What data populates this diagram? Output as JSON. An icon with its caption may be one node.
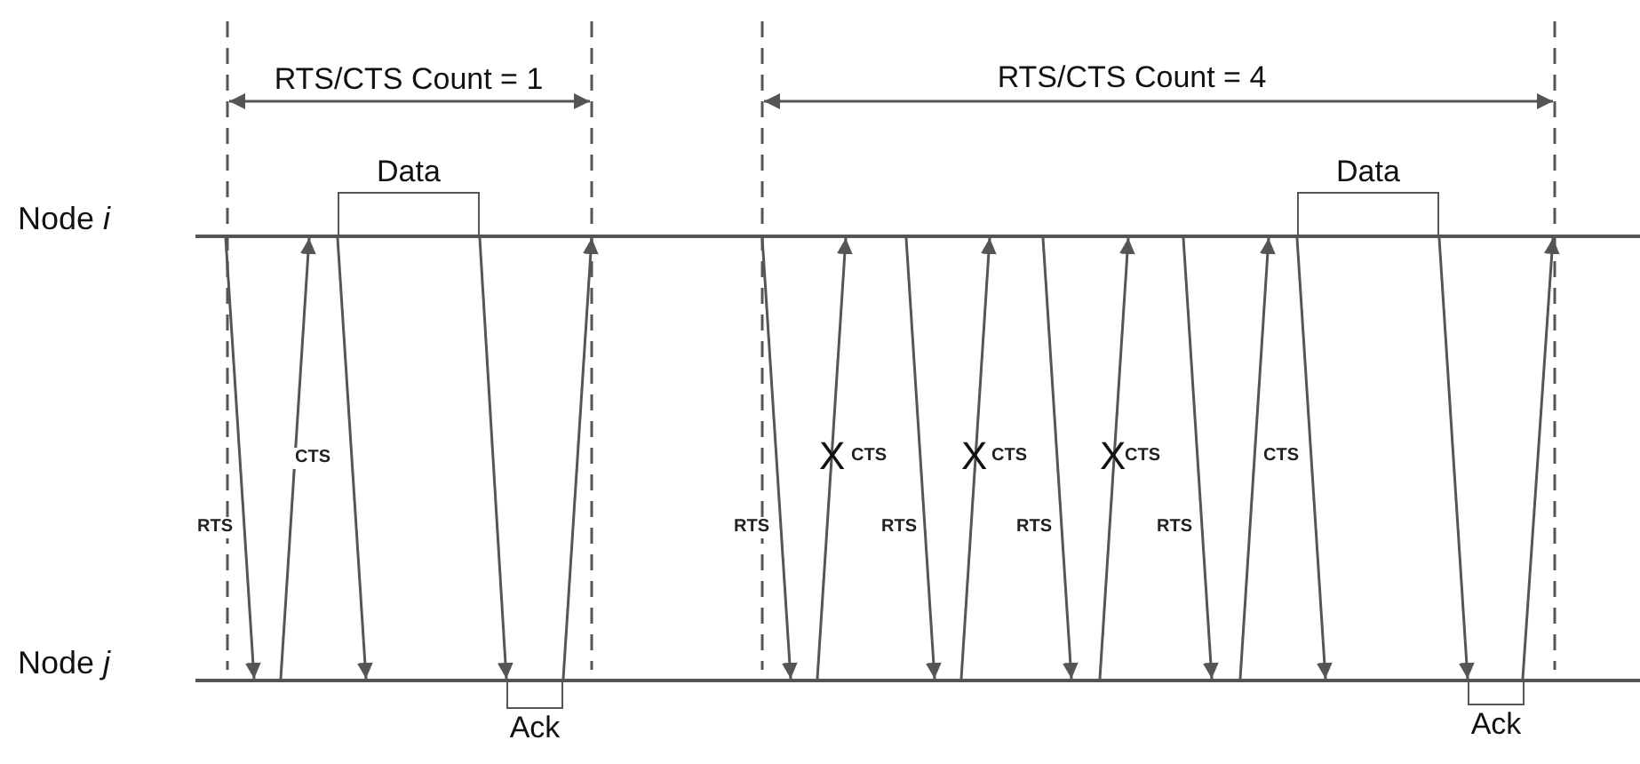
{
  "diagram": {
    "nodes": [
      {
        "text": [
          "Node *i*"
        ]
      },
      {
        "text": [
          "Node *j*"
        ]
      },
      {
        "text": [
          "Data"
        ]
      },
      {
        "text": [
          "Ack"
        ]
      },
      {
        "text": [
          "Data"
        ]
      },
      {
        "text": [
          "Ack"
        ]
      }
    ],
    "edges": [
      {
        "from": 0,
        "to": 1,
        "arrow": "to",
        "label": "RTS"
      },
      {
        "from": 1,
        "to": 0,
        "arrow": "to",
        "label": "CTS"
      },
      {
        "from": 2,
        "to": 1,
        "arrow": "to"
      },
      {
        "from": 2,
        "to": 3,
        "arrow": "to"
      },
      {
        "from": 3,
        "to": 0,
        "arrow": "to"
      },
      {
        "from": 0,
        "to": 1,
        "arrow": "to",
        "label": "RTS"
      },
      {
        "from": 1,
        "to": 0,
        "arrow": "to",
        "label": "CTS"
      },
      {
        "from": 0,
        "to": 1,
        "arrow": "to",
        "label": "RTS"
      },
      {
        "from": 1,
        "to": 0,
        "arrow": "to",
        "label": "CTS"
      },
      {
        "from": 0,
        "to": 1,
        "arrow": "to",
        "label": "RTS"
      },
      {
        "from": 1,
        "to": 0,
        "arrow": "to",
        "label": "CTS"
      },
      {
        "from": 0,
        "to": 1,
        "arrow": "to",
        "label": "RTS"
      },
      {
        "from": 1,
        "to": 0,
        "arrow": "to",
        "label": "CTS"
      },
      {
        "from": 4,
        "to": 1,
        "arrow": "to"
      },
      {
        "from": 4,
        "to": 5,
        "arrow": "to"
      },
      {
        "from": 5,
        "to": 0,
        "arrow": "to"
      }
    ],
    "labels": [
      "RTS/CTS Count = 1",
      "RTS/CTS Count = 4",
      "X",
      "X",
      "X"
    ]
  }
}
